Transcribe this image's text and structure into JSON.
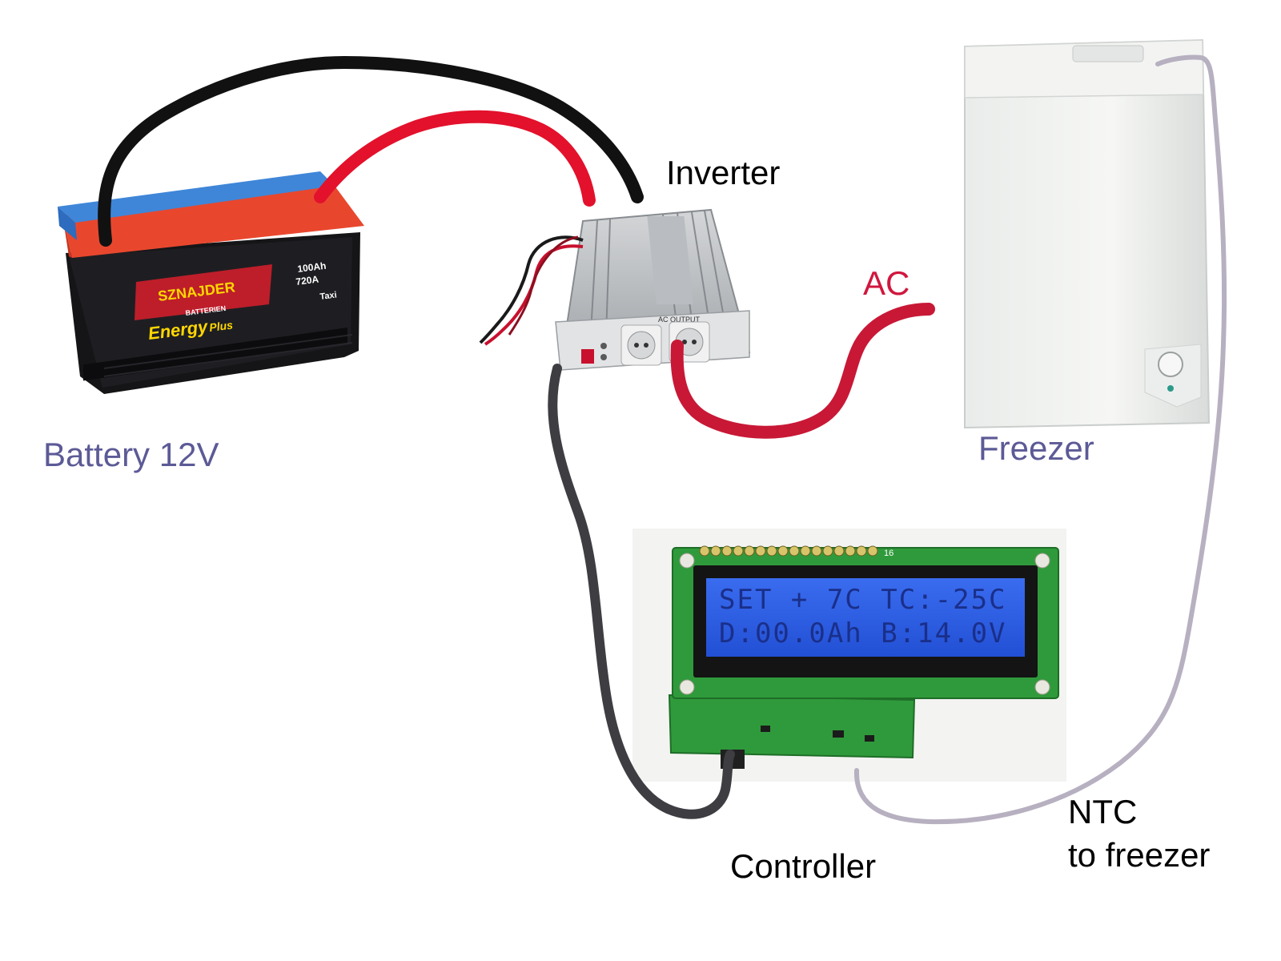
{
  "labels": {
    "battery": "Battery 12V",
    "inverter": "Inverter",
    "ac": "AC",
    "freezer": "Freezer",
    "controller": "Controller",
    "ntc_line1": "NTC",
    "ntc_line2": "to freezer"
  },
  "battery": {
    "brand": "SZNAJDER",
    "sub": "BATTERIEN",
    "product": "Energy",
    "product_suffix": "Plus",
    "capacity": "100Ah",
    "cca": "720A",
    "tag": "Taxi"
  },
  "inverter": {
    "panel_text": "AC OUTPUT"
  },
  "lcd": {
    "line1": "SET + 7C TC:-25C",
    "line2": "D:00.0Ah B:14.0V",
    "pin_label": "16"
  },
  "colors": {
    "wire_black": "#111111",
    "wire_red": "#e3112c",
    "wire_ac": "#c81836",
    "wire_control": "#3d3d42",
    "wire_ntc": "#b7b0c0",
    "label_purple": "#5c5a96",
    "label_red": "#d0173e",
    "lcd_bg": "#2c5fe6",
    "pcb_green": "#2f9a3b"
  }
}
